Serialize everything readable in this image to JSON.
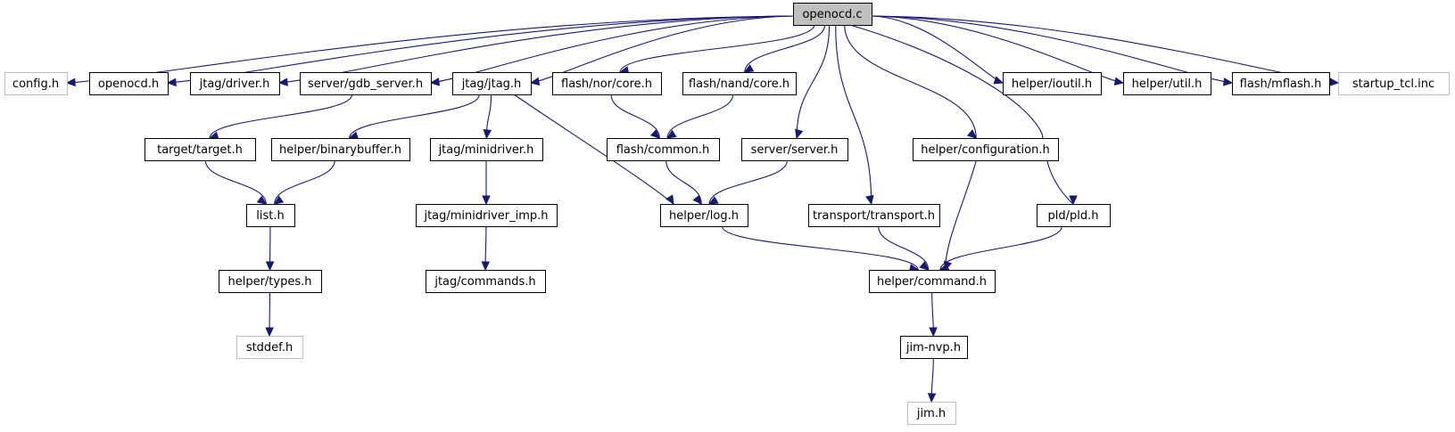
{
  "graph": {
    "colors": {
      "edge": "#191970",
      "root_fill": "#bfbfbf",
      "node_border": "#000000",
      "external_border": "#bfbfbf"
    },
    "nodes": [
      {
        "id": "openocd_c",
        "label": "openocd.c",
        "kind": "root"
      },
      {
        "id": "config_h",
        "label": "config.h",
        "kind": "ext"
      },
      {
        "id": "openocd_h",
        "label": "openocd.h",
        "kind": "file"
      },
      {
        "id": "jtag_driver_h",
        "label": "jtag/driver.h",
        "kind": "file"
      },
      {
        "id": "server_gdb_server_h",
        "label": "server/gdb_server.h",
        "kind": "file"
      },
      {
        "id": "jtag_jtag_h",
        "label": "jtag/jtag.h",
        "kind": "file"
      },
      {
        "id": "flash_nor_core_h",
        "label": "flash/nor/core.h",
        "kind": "file"
      },
      {
        "id": "flash_nand_core_h",
        "label": "flash/nand/core.h",
        "kind": "file"
      },
      {
        "id": "helper_ioutil_h",
        "label": "helper/ioutil.h",
        "kind": "file"
      },
      {
        "id": "helper_util_h",
        "label": "helper/util.h",
        "kind": "file"
      },
      {
        "id": "flash_mflash_h",
        "label": "flash/mflash.h",
        "kind": "file"
      },
      {
        "id": "startup_tcl_inc",
        "label": "startup_tcl.inc",
        "kind": "ext"
      },
      {
        "id": "target_target_h",
        "label": "target/target.h",
        "kind": "file"
      },
      {
        "id": "helper_binarybuffer_h",
        "label": "helper/binarybuffer.h",
        "kind": "file"
      },
      {
        "id": "jtag_minidriver_h",
        "label": "jtag/minidriver.h",
        "kind": "file"
      },
      {
        "id": "flash_common_h",
        "label": "flash/common.h",
        "kind": "file"
      },
      {
        "id": "server_server_h",
        "label": "server/server.h",
        "kind": "file"
      },
      {
        "id": "helper_configuration_h",
        "label": "helper/configuration.h",
        "kind": "file"
      },
      {
        "id": "list_h",
        "label": "list.h",
        "kind": "file"
      },
      {
        "id": "jtag_minidriver_imp_h",
        "label": "jtag/minidriver_imp.h",
        "kind": "file"
      },
      {
        "id": "helper_log_h",
        "label": "helper/log.h",
        "kind": "file"
      },
      {
        "id": "transport_transport_h",
        "label": "transport/transport.h",
        "kind": "file"
      },
      {
        "id": "pld_pld_h",
        "label": "pld/pld.h",
        "kind": "file"
      },
      {
        "id": "helper_types_h",
        "label": "helper/types.h",
        "kind": "file"
      },
      {
        "id": "jtag_commands_h",
        "label": "jtag/commands.h",
        "kind": "file"
      },
      {
        "id": "helper_command_h",
        "label": "helper/command.h",
        "kind": "file"
      },
      {
        "id": "stddef_h",
        "label": "stddef.h",
        "kind": "ext"
      },
      {
        "id": "jim_nvp_h",
        "label": "jim-nvp.h",
        "kind": "file"
      },
      {
        "id": "jim_h",
        "label": "jim.h",
        "kind": "ext"
      }
    ],
    "edges": [
      {
        "from": "openocd_c",
        "to": "config_h"
      },
      {
        "from": "openocd_c",
        "to": "openocd_h"
      },
      {
        "from": "openocd_c",
        "to": "jtag_driver_h"
      },
      {
        "from": "openocd_c",
        "to": "server_gdb_server_h"
      },
      {
        "from": "openocd_c",
        "to": "jtag_jtag_h"
      },
      {
        "from": "openocd_c",
        "to": "flash_nor_core_h"
      },
      {
        "from": "openocd_c",
        "to": "flash_nand_core_h"
      },
      {
        "from": "openocd_c",
        "to": "server_server_h"
      },
      {
        "from": "openocd_c",
        "to": "transport_transport_h"
      },
      {
        "from": "openocd_c",
        "to": "helper_configuration_h"
      },
      {
        "from": "openocd_c",
        "to": "pld_pld_h"
      },
      {
        "from": "openocd_c",
        "to": "helper_ioutil_h"
      },
      {
        "from": "openocd_c",
        "to": "helper_util_h"
      },
      {
        "from": "openocd_c",
        "to": "flash_mflash_h"
      },
      {
        "from": "openocd_c",
        "to": "startup_tcl_inc"
      },
      {
        "from": "server_gdb_server_h",
        "to": "target_target_h"
      },
      {
        "from": "jtag_jtag_h",
        "to": "helper_binarybuffer_h"
      },
      {
        "from": "jtag_jtag_h",
        "to": "jtag_minidriver_h"
      },
      {
        "from": "jtag_jtag_h",
        "to": "helper_log_h"
      },
      {
        "from": "flash_nor_core_h",
        "to": "flash_common_h"
      },
      {
        "from": "flash_nand_core_h",
        "to": "flash_common_h"
      },
      {
        "from": "target_target_h",
        "to": "list_h"
      },
      {
        "from": "helper_binarybuffer_h",
        "to": "list_h"
      },
      {
        "from": "jtag_minidriver_h",
        "to": "jtag_minidriver_imp_h"
      },
      {
        "from": "flash_common_h",
        "to": "helper_log_h"
      },
      {
        "from": "server_server_h",
        "to": "helper_log_h"
      },
      {
        "from": "helper_configuration_h",
        "to": "helper_command_h"
      },
      {
        "from": "list_h",
        "to": "helper_types_h"
      },
      {
        "from": "jtag_minidriver_imp_h",
        "to": "jtag_commands_h"
      },
      {
        "from": "helper_log_h",
        "to": "helper_command_h"
      },
      {
        "from": "transport_transport_h",
        "to": "helper_command_h"
      },
      {
        "from": "pld_pld_h",
        "to": "helper_command_h"
      },
      {
        "from": "helper_types_h",
        "to": "stddef_h"
      },
      {
        "from": "helper_command_h",
        "to": "jim_nvp_h"
      },
      {
        "from": "jim_nvp_h",
        "to": "jim_h"
      }
    ]
  }
}
